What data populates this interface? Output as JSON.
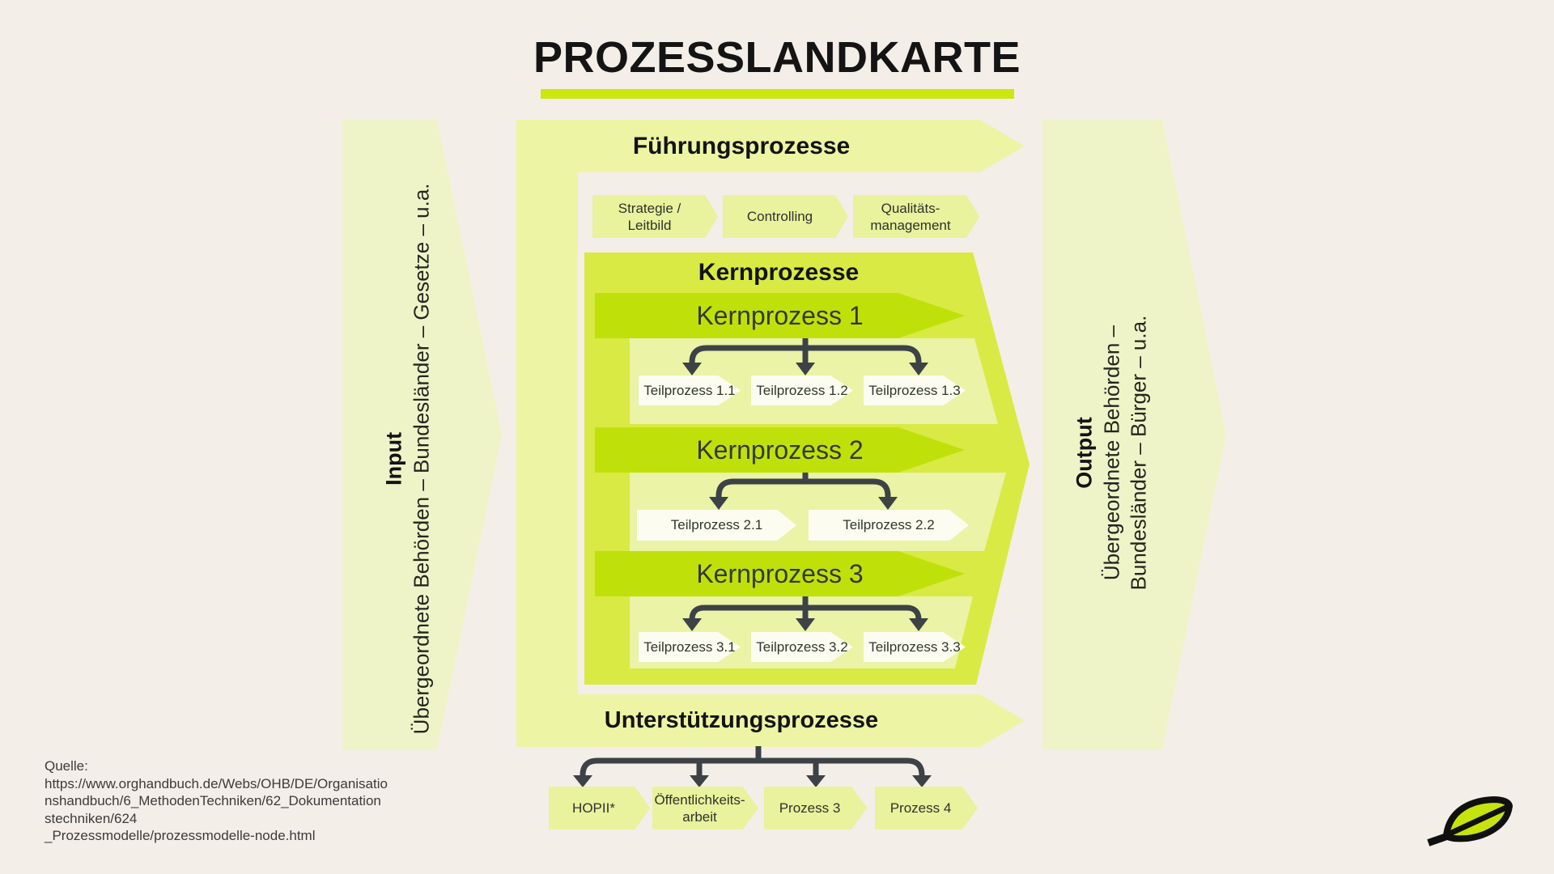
{
  "title": {
    "text": "PROZESSLANDKARTE"
  },
  "palette": {
    "background": "#f4eee8",
    "accent_bright": "#cbe70f",
    "kern_arrow_green": "#c0e00a",
    "kern_box_green": "#d9ea45",
    "pale_band_green": "#edf5a4",
    "small_arrow_green": "#e9f29c",
    "inner_band_green": "#eaf3a6",
    "white_arrow": "#fcfdf0",
    "input_output_band": "#eff4c8",
    "connector_dark": "#3d4246"
  },
  "input_band": {
    "title": "Input",
    "line": "Übergeordnete Behörden – Bundesländer – Gesetze – u.a."
  },
  "output_band": {
    "title": "Output",
    "line1": "Übergeordnete Behörden –",
    "line2": "Bundesländer – Bürger – u.a."
  },
  "fuehrung": {
    "title": "Führungsprozesse",
    "items": [
      {
        "line1": "Strategie /",
        "line2": "Leitbild"
      },
      {
        "line1": "Controlling",
        "line2": ""
      },
      {
        "line1": "Qualitäts-",
        "line2": "management"
      }
    ]
  },
  "kern": {
    "title": "Kernprozesse",
    "processes": [
      {
        "label": "Kernprozess 1",
        "subs": [
          "Teilprozess 1.1",
          "Teilprozess 1.2",
          "Teilprozess 1.3"
        ]
      },
      {
        "label": "Kernprozess 2",
        "subs": [
          "Teilprozess 2.1",
          "Teilprozess 2.2"
        ]
      },
      {
        "label": "Kernprozess 3",
        "subs": [
          "Teilprozess 3.1",
          "Teilprozess 3.2",
          "Teilprozess 3.3"
        ]
      }
    ]
  },
  "unterstuetzung": {
    "title": "Unterstützungsprozesse",
    "items": [
      {
        "line1": "HOPII*",
        "line2": ""
      },
      {
        "line1": "Öffentlichkeits-",
        "line2": "arbeit"
      },
      {
        "line1": "Prozess 3",
        "line2": ""
      },
      {
        "line1": "Prozess 4",
        "line2": ""
      }
    ]
  },
  "source": {
    "lines": [
      "Quelle:",
      "https://www.orghandbuch.de/Webs/OHB/DE/Organisatio",
      "nshandbuch/6_MethodenTechniken/62_Dokumentation",
      "stechniken/624",
      "_Prozessmodelle/prozessmodelle-node.html"
    ]
  },
  "logo": {
    "name": "leaf-logo"
  }
}
